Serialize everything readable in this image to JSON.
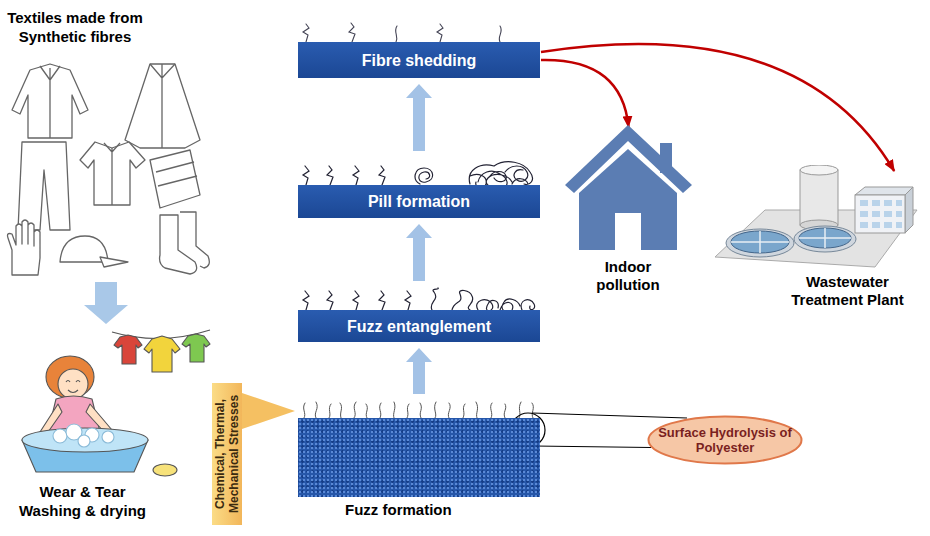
{
  "diagram": {
    "nodes": [
      {
        "text": [
          "Chemical, Thermal, Mechanical Stresses"
        ]
      },
      {
        "text": [
          "Fuzz formation"
        ]
      },
      {
        "text": [
          "Fuzz entanglement"
        ]
      },
      {
        "text": [
          "Pill formation"
        ]
      },
      {
        "text": [
          "Fibre shedding"
        ]
      },
      {
        "text": [
          "Indoor pollution"
        ]
      },
      {
        "text": [
          "Wastewater Treatment Plant"
        ]
      },
      {
        "text": [
          "Surface Hydrolysis of Polyester"
        ]
      }
    ],
    "edges": [
      {
        "from": 0,
        "to": 1,
        "arrow": "to"
      },
      {
        "from": 1,
        "to": 2,
        "arrow": "to"
      },
      {
        "from": 2,
        "to": 3,
        "arrow": "to"
      },
      {
        "from": 3,
        "to": 4,
        "arrow": "to"
      },
      {
        "from": 4,
        "to": 5,
        "arrow": "to"
      },
      {
        "from": 4,
        "to": 6,
        "arrow": "to"
      },
      {
        "from": 1,
        "to": 7,
        "arrow": "none"
      }
    ],
    "labels": [
      "Textiles made from Synthetic fibres",
      "Wear & Tear Washing & drying"
    ]
  }
}
